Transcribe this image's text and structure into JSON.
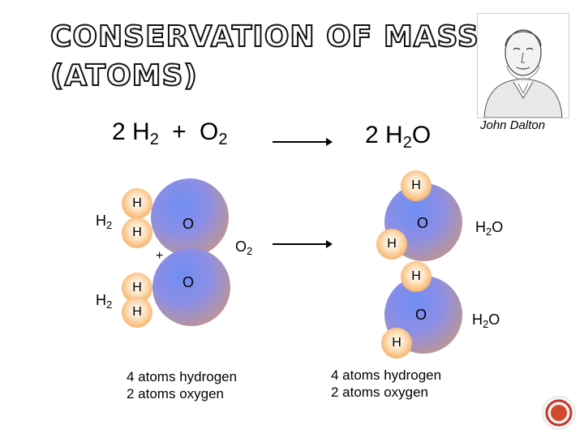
{
  "title": {
    "line1": "CONSERVATION OF MASS",
    "line2": "(ATOMS)"
  },
  "portrait_caption": "John Dalton",
  "equation": {
    "left": {
      "c1": "2 H",
      "s1": "2",
      "plus": "+",
      "c2": "O",
      "s2": "2"
    },
    "right": {
      "c1": "2 H",
      "s1": "2",
      "c2": "O"
    }
  },
  "reactants": {
    "h2_label": {
      "main": "H",
      "sub": "2"
    },
    "o2_label": {
      "main": "O",
      "sub": "2"
    },
    "plus": "+",
    "hydrogen_atom": "H",
    "oxygen_atom": "O",
    "count_hydrogen": "4 atoms hydrogen",
    "count_oxygen": "2 atoms oxygen"
  },
  "products": {
    "h2o_label": {
      "main": "H",
      "sub": "2",
      "tail": "O"
    },
    "hydrogen_atom": "H",
    "oxygen_atom": "O",
    "count_hydrogen": "4 atoms hydrogen",
    "count_oxygen": "2 atoms oxygen"
  },
  "colors": {
    "hydrogen": "#f6ab5a",
    "oxygen": "#7b8ff0",
    "nav_ring": "#c0392b"
  },
  "icons": {
    "nav": "next-slide-icon"
  }
}
